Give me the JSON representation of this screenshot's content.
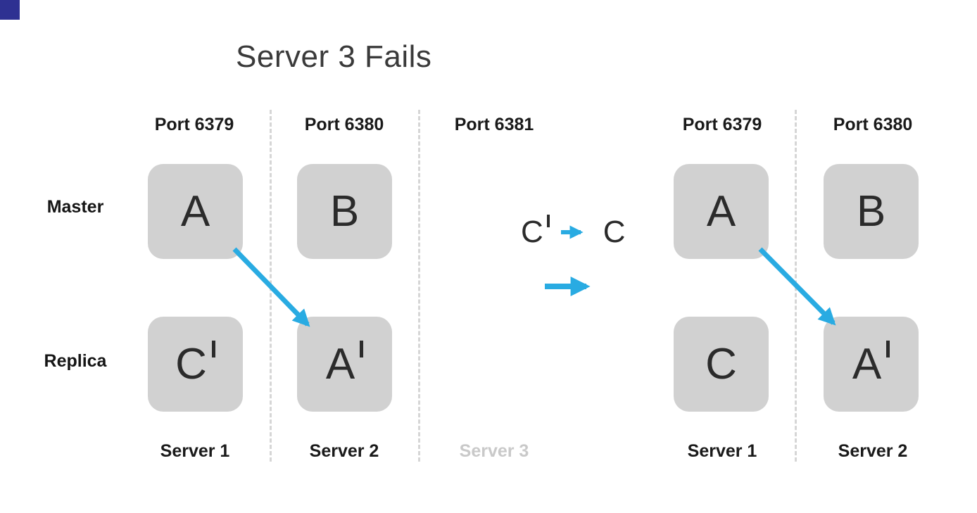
{
  "title": "Server 3 Fails",
  "colors": {
    "accent_blue": "#29abe2",
    "box_fill": "#d1d1d1",
    "letter_color": "#2b2b2b",
    "label_color": "#1a1a1a",
    "muted_label": "#c9c9c9",
    "separator": "#d6d6d6",
    "corner_navy": "#2e3192",
    "title_color": "#3a3a3a"
  },
  "row_labels": {
    "master": "Master",
    "replica": "Replica"
  },
  "left_diagram": {
    "ports": [
      "Port 6379",
      "Port 6380",
      "Port 6381"
    ],
    "nodes": {
      "master_s1": {
        "letter": "A",
        "prime": false
      },
      "master_s2": {
        "letter": "B",
        "prime": false
      },
      "replica_s1": {
        "letter": "C",
        "prime": true
      },
      "replica_s2": {
        "letter": "A",
        "prime": true
      }
    },
    "servers": [
      "Server 1",
      "Server 2",
      "Server 3"
    ],
    "failed_server_index": 2
  },
  "promotion": {
    "from_letter": "C",
    "from_prime": true,
    "to_letter": "C"
  },
  "right_diagram": {
    "ports": [
      "Port 6379",
      "Port 6380"
    ],
    "nodes": {
      "master_s1": {
        "letter": "A",
        "prime": false
      },
      "master_s2": {
        "letter": "B",
        "prime": false
      },
      "replica_s1": {
        "letter": "C",
        "prime": false
      },
      "replica_s2": {
        "letter": "A",
        "prime": true
      }
    },
    "servers": [
      "Server 1",
      "Server 2"
    ]
  }
}
